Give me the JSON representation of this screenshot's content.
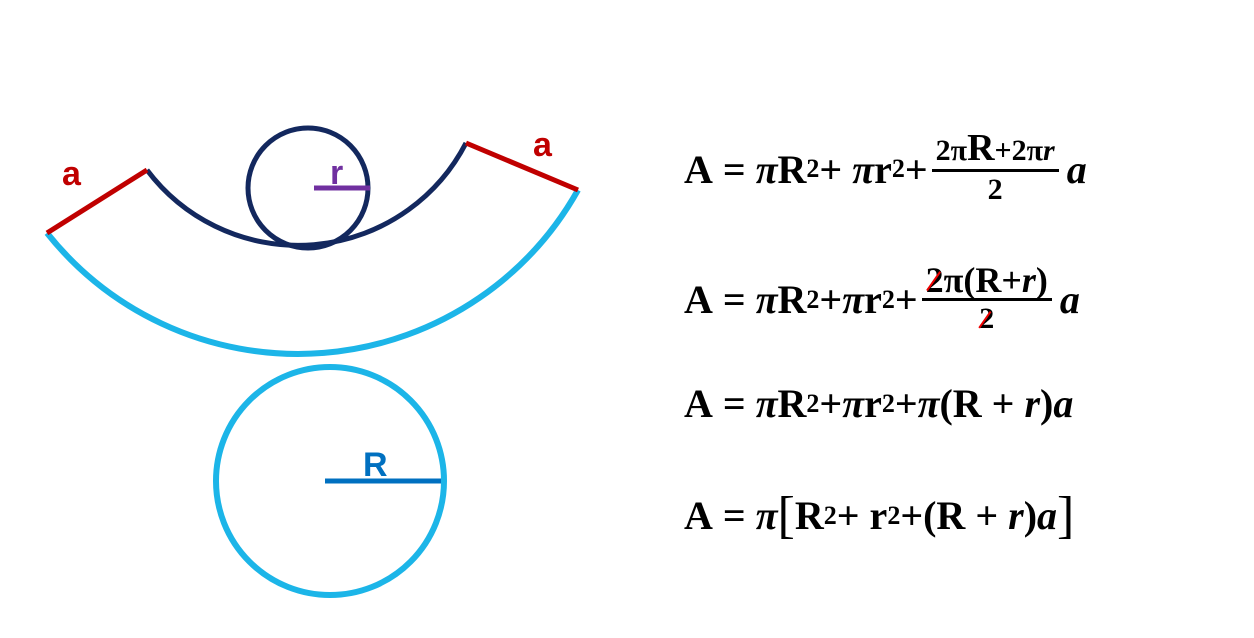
{
  "diagram": {
    "labels": {
      "a_left": "a",
      "a_right": "a",
      "r": "r",
      "R": "R"
    },
    "colors": {
      "outer_arc": "#1cb5e8",
      "inner_arc": "#13285e",
      "a_lines": "#c00000",
      "r_line": "#7030a0",
      "R_line": "#0070c0"
    }
  },
  "equations": [
    {
      "lhs": "A",
      "eq": "=",
      "t1": "π",
      "t1b": "R",
      "exp": "2",
      "plus": "+",
      "t2": "π",
      "t2b": "r",
      "num_a": "2π",
      "num_b": "R",
      "num_c": "+2π",
      "num_d": "r",
      "den": "2",
      "tail": "a"
    },
    {
      "lhs": "A",
      "eq": "=",
      "t1": "π",
      "t1b": "R",
      "exp": "2",
      "plus": "+",
      "t2": "π",
      "t2b": "r",
      "num_a": "2",
      "num_b": "π(R+",
      "num_c": "r",
      "num_d": ")",
      "den": "2",
      "tail": "a"
    },
    {
      "lhs": "A",
      "eq": "=",
      "t1": "π",
      "t1b": "R",
      "exp": "2",
      "plus": "+",
      "t2": "π",
      "t2b": "r",
      "t3": "π",
      "paren": "(R + ",
      "rv": "r",
      "close": ")",
      "tail": "a"
    },
    {
      "lhs": "A",
      "eq": "=",
      "t1": "π",
      "open": "[",
      "R": "R",
      "exp": "2",
      "plus": "+",
      "r": " r",
      "paren": "(R + ",
      "rv": "r",
      "close": ")",
      "tail": "a",
      "end": "]"
    }
  ]
}
